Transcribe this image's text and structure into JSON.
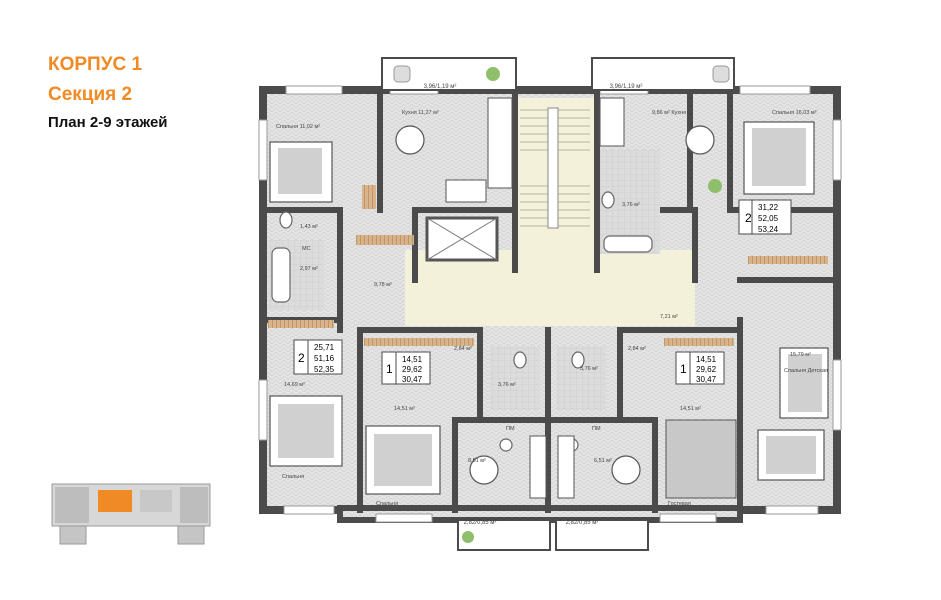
{
  "header": {
    "building": "КОРПУС 1",
    "section": "Секция 2",
    "plan": "План 2-9 этажей"
  },
  "colors": {
    "accent": "#f08a24",
    "wall": "#4b4b4b",
    "floor": "#e3e3e3",
    "stair": "#f4f1da",
    "furniture": "#c8c8c8",
    "wood": "#d8b48a"
  },
  "balconies": {
    "tl": "3,96/1,19 м²",
    "tr": "3,96/1,19 м²",
    "bl": "2,82/0,85 м²",
    "br": "2,82/0,85 м²"
  },
  "rooms": {
    "living_tl": "Спальня 11,02 м²",
    "kitchen_tl": "Кухня 11,27 м²",
    "kitchen_tr": "9,86 м² Кухня",
    "bedroom_tr": "Спальня 16,03 м²",
    "hall_l": "9,78 м²",
    "wc_tl": "1,43 м²",
    "bath_tl": "2,97 м²",
    "mc": "МС",
    "bath_tr": "3,76 м²",
    "bed_l": "14,69 м²",
    "corr_l": "2,84 м²",
    "bed_ml": "14,51 м²",
    "bed_mr": "14,51 м²",
    "corr_r": "2,84 м²",
    "hall_r": "7,21 м²",
    "living_r": "15,79 м²",
    "bath_cl": "3,76 м²",
    "bath_cr": "3,76 м²",
    "pm_l": "ПМ",
    "pm_r": "ПМ",
    "kitchen_bl": "8,51 м²",
    "kitchen_br": "6,51 м²",
    "sleep_l": "Спальня",
    "sleep_ml": "Спальня",
    "gost": "Гостевая",
    "detskaya": "Спальня Детская"
  },
  "units": [
    {
      "rooms": "2",
      "v1": "31,22",
      "v2": "52,05",
      "v3": "53,24"
    },
    {
      "rooms": "2",
      "v1": "25,71",
      "v2": "51,16",
      "v3": "52,35"
    },
    {
      "rooms": "1",
      "v1": "14,51",
      "v2": "29,62",
      "v3": "30,47"
    },
    {
      "rooms": "1",
      "v1": "14,51",
      "v2": "29,62",
      "v3": "30,47"
    }
  ]
}
